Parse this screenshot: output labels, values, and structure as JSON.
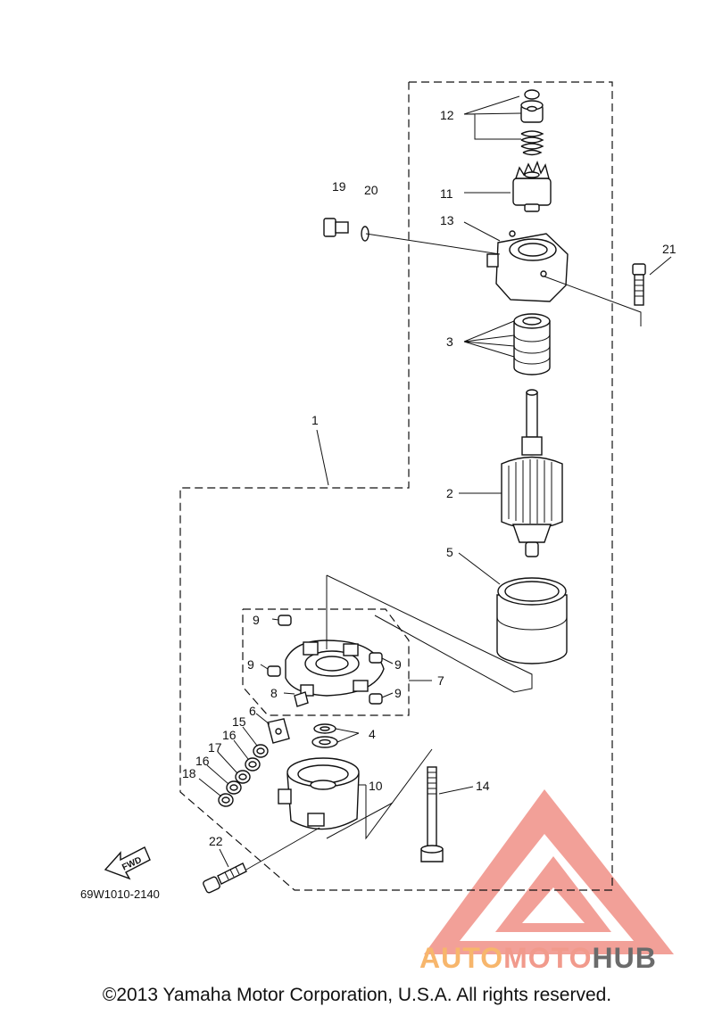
{
  "diagram": {
    "callouts": {
      "c1": "1",
      "c2": "2",
      "c3": "3",
      "c4": "4",
      "c5": "5",
      "c6": "6",
      "c7": "7",
      "c8": "8",
      "c9a": "9",
      "c9b": "9",
      "c9c": "9",
      "c9d": "9",
      "c10": "10",
      "c11": "11",
      "c12": "12",
      "c13": "13",
      "c14": "14",
      "c15": "15",
      "c16a": "16",
      "c16b": "16",
      "c17": "17",
      "c18": "18",
      "c19": "19",
      "c20": "20",
      "c21": "21",
      "c22": "22"
    },
    "fwd_label": "FWD",
    "drawing_code": "69W1010-2140"
  },
  "watermark": {
    "part1": "AUTO",
    "part2": "MOTO",
    "part3": "HUB",
    "colors": {
      "triangle": "#f08f86",
      "auto": "#f7b66c",
      "moto": "#f19a8c",
      "hub": "#6b6b6b"
    }
  },
  "footer": {
    "copyright": "©2013 Yamaha Motor Corporation, U.S.A. All rights reserved."
  }
}
